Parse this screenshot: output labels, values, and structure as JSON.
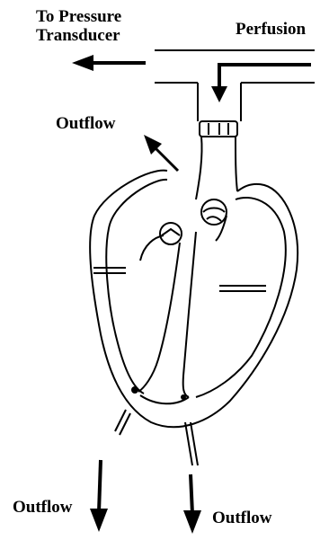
{
  "labels": {
    "to_pressure_line1": "To Pressure",
    "to_pressure_line2": "Transducer",
    "perfusion": "Perfusion",
    "outflow_top": "Outflow",
    "outflow_bottom_left": "Outflow",
    "outflow_bottom_right": "Outflow"
  },
  "colors": {
    "ink": "#000000",
    "background": "#ffffff"
  }
}
